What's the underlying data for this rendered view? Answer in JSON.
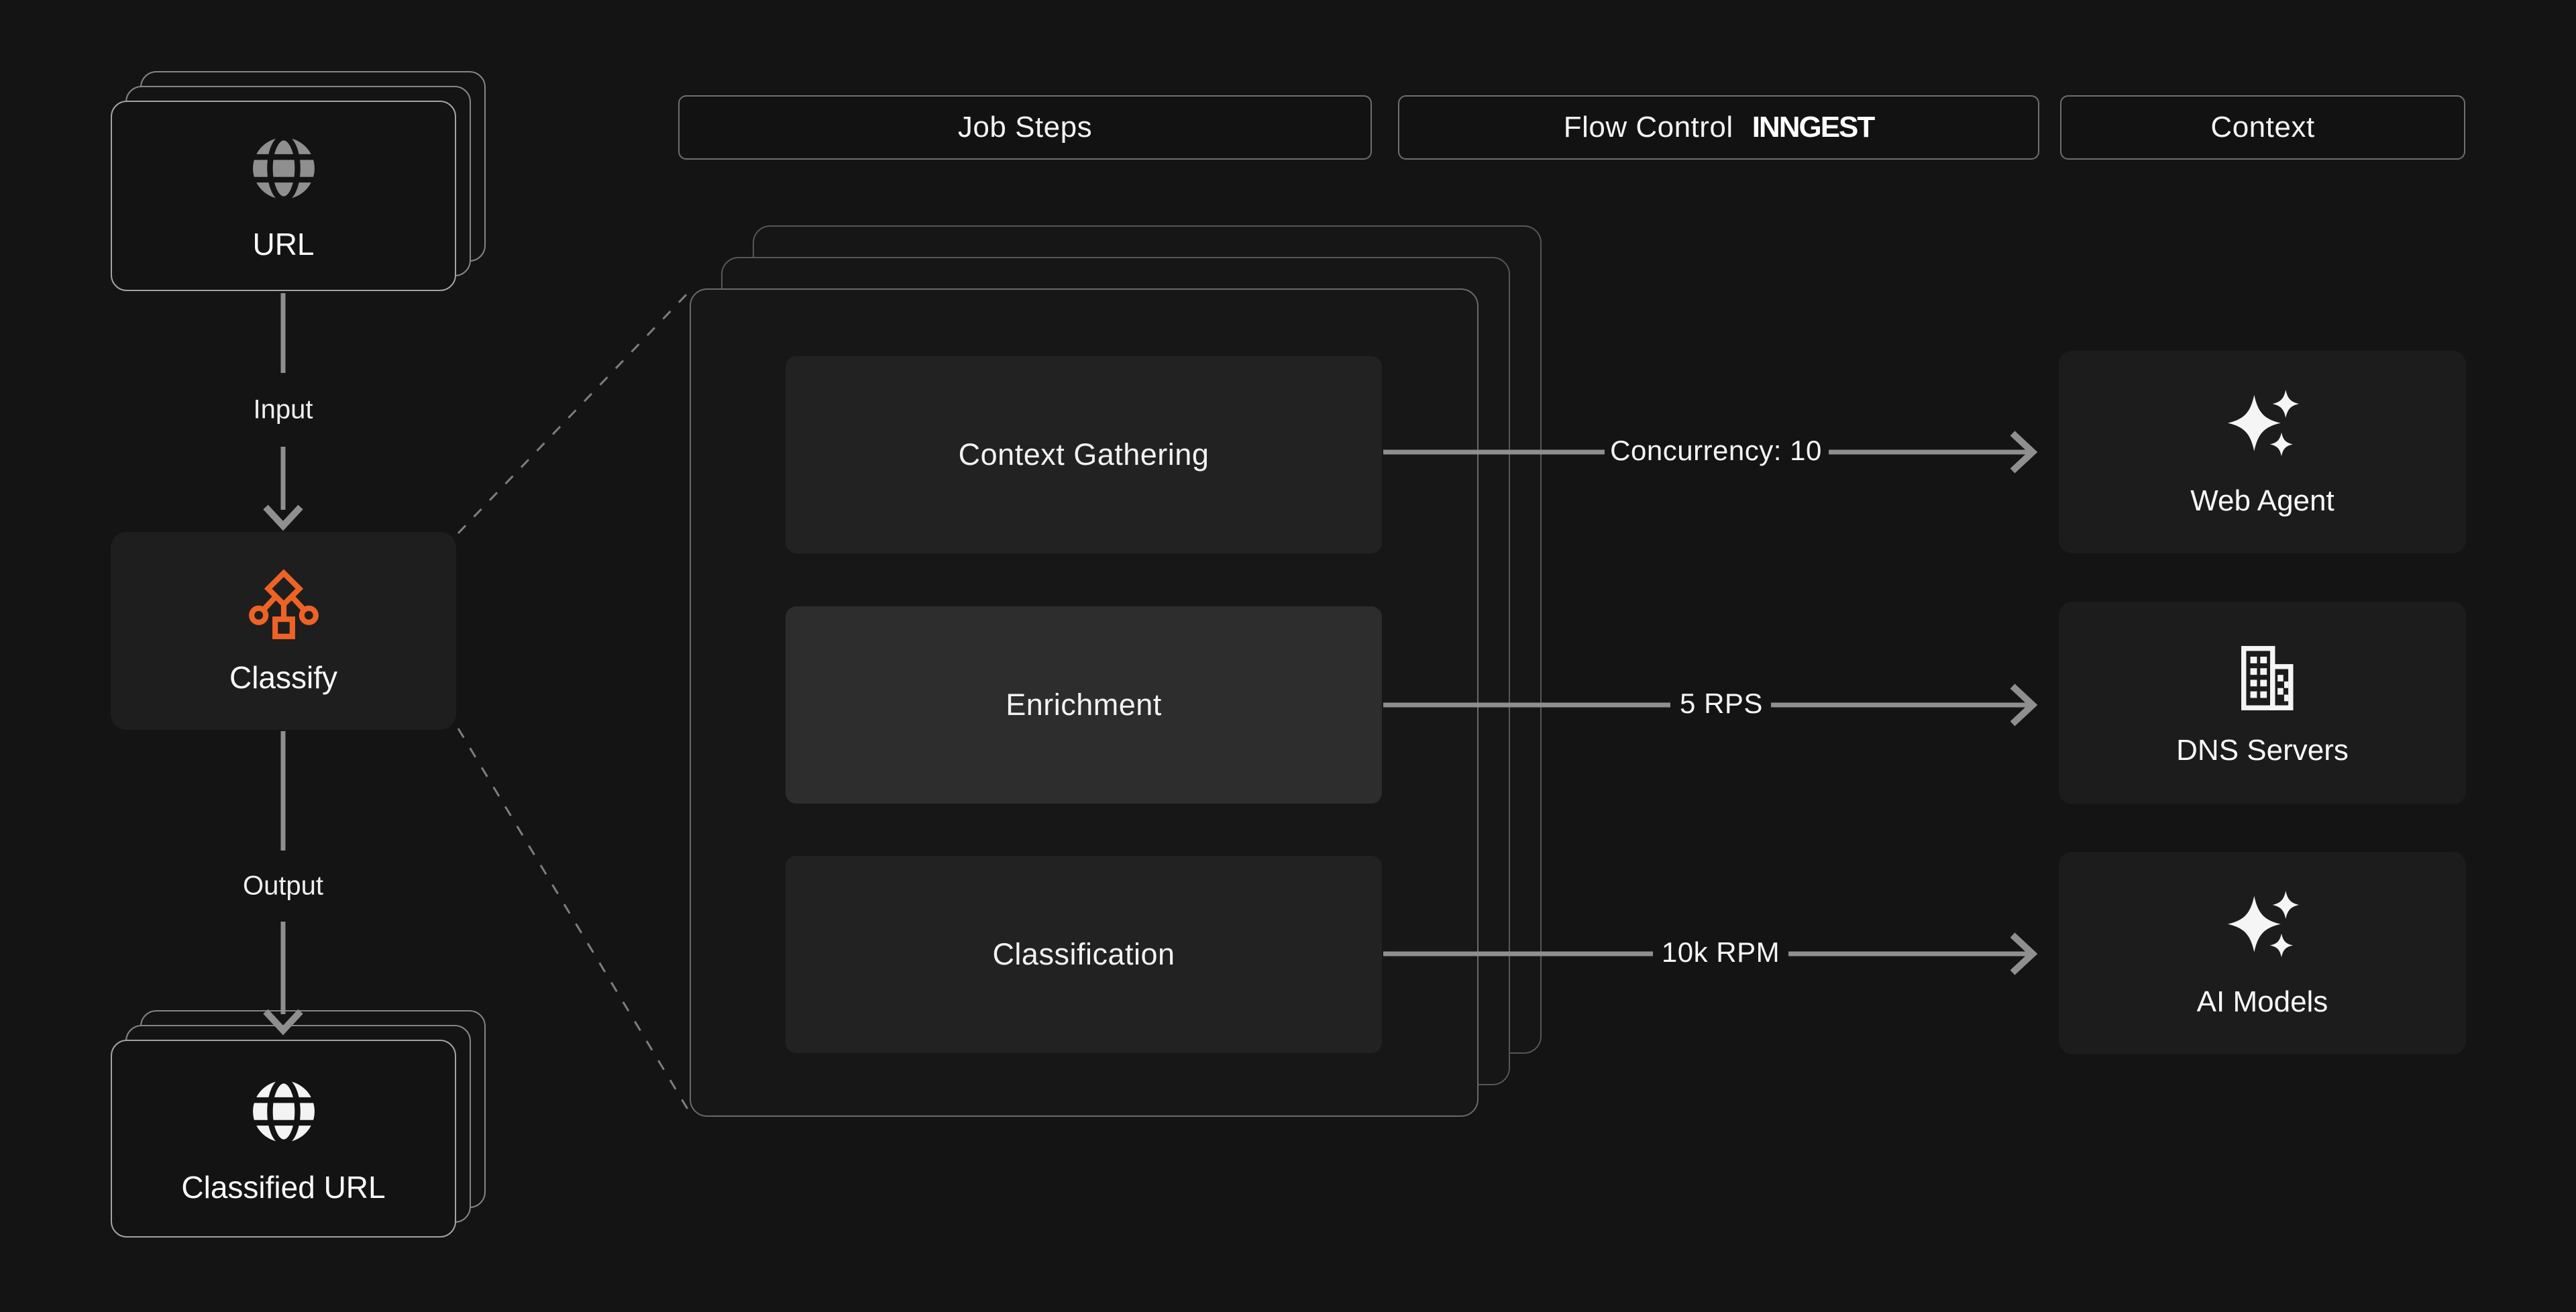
{
  "canvas": {
    "bg": "#141414"
  },
  "colors": {
    "accent_orange": "#ee6325",
    "line_gray": "#8f8f8f"
  },
  "headers": [
    {
      "label": "Job Steps"
    },
    {
      "label": "Flow Control",
      "logo": "INNGEST"
    },
    {
      "label": "Context"
    }
  ],
  "pipeline": {
    "input_card": {
      "label": "URL",
      "icon": "globe-icon"
    },
    "input_label": "Input",
    "process_card": {
      "label": "Classify",
      "icon": "classify-workflow-icon"
    },
    "output_label": "Output",
    "output_card": {
      "label": "Classified URL",
      "icon": "globe-icon"
    }
  },
  "job_steps": [
    {
      "label": "Context Gathering",
      "highlighted": false
    },
    {
      "label": "Enrichment",
      "highlighted": true
    },
    {
      "label": "Classification",
      "highlighted": false
    }
  ],
  "flow_controls": [
    "Concurrency: 10",
    "5 RPS",
    "10k RPM"
  ],
  "context_services": [
    {
      "label": "Web Agent",
      "icon": "sparkles-icon"
    },
    {
      "label": "DNS Servers",
      "icon": "building-icon"
    },
    {
      "label": "AI Models",
      "icon": "sparkles-icon"
    }
  ]
}
